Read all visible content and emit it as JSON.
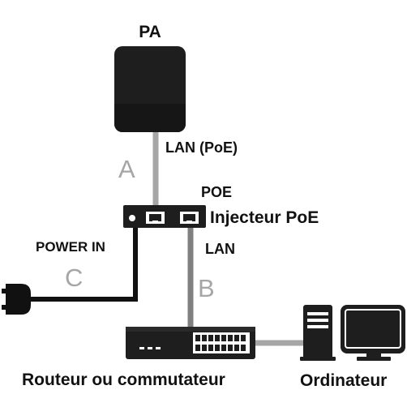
{
  "labels": {
    "pa": "PA",
    "lan_poe": "LAN (PoE)",
    "poe": "POE",
    "injector": "Injecteur PoE",
    "power_in": "POWER IN",
    "lan": "LAN",
    "router": "Routeur ou commutateur",
    "computer": "Ordinateur"
  },
  "cable_letters": {
    "a": "A",
    "b": "B",
    "c": "C"
  },
  "colors": {
    "device": "#1e1e1e",
    "cable_gray": "#a6a6a6",
    "cable_dark": "#808080",
    "cable_black": "#111111",
    "letter_gray": "#a6a6a6"
  }
}
